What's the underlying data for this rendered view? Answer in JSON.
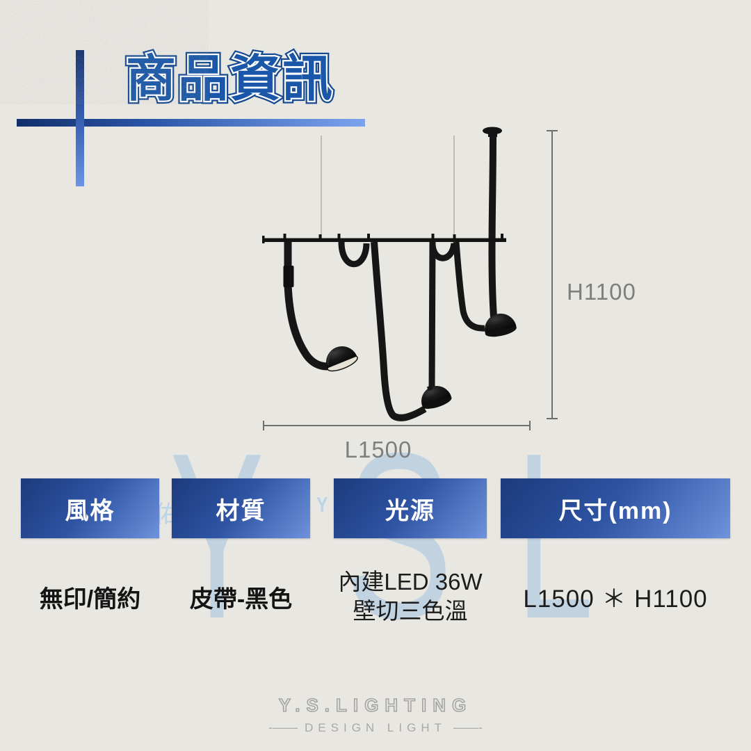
{
  "page": {
    "background_color": "#e9e7e2",
    "accent_dark": "#13316e",
    "accent_light": "#6b94e4"
  },
  "header": {
    "title": "商品資訊",
    "title_fill": "#1a57a8",
    "title_outline": "#164a90"
  },
  "diagram": {
    "length_label": "L1500",
    "height_label": "H1100",
    "line_color": "#6e6e6e"
  },
  "watermark": {
    "letters": [
      "Y",
      "S",
      "L"
    ],
    "small_left": "佑",
    "small_right": "Y",
    "color": "#a9c8e1"
  },
  "spec_table": {
    "header_gradient": [
      "#1c3a7d",
      "#6e92dc"
    ],
    "columns": [
      {
        "header": "風格",
        "value": "無印/簡約"
      },
      {
        "header": "材質",
        "value": "皮帶-黑色"
      },
      {
        "header": "光源",
        "value_line1": "內建LED 36W",
        "value_line2": "壁切三色溫"
      },
      {
        "header": "尺寸(mm)",
        "value": "L1500 ＊ H1100"
      }
    ]
  },
  "footer": {
    "brand": "Y.S.LIGHTING",
    "tagline": "DESIGN LIGHT",
    "dash_left": "-——",
    "dash_right": "——-"
  }
}
